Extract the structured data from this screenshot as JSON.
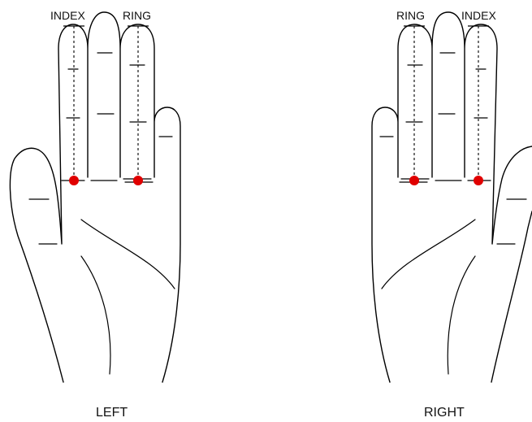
{
  "labels": {
    "left_hand": {
      "index": "INDEX",
      "ring": "RING",
      "caption": "LEFT"
    },
    "right_hand": {
      "index": "INDEX",
      "ring": "RING",
      "caption": "RIGHT"
    }
  },
  "marker_color": "#e00000"
}
